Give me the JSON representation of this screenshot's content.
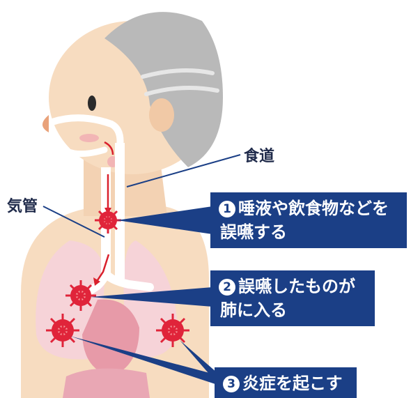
{
  "labels": {
    "esophagus": "食道",
    "trachea": "気管"
  },
  "callouts": [
    {
      "num": "1",
      "line1": "唾液や飲食物などを",
      "line2": "誤嚥する"
    },
    {
      "num": "2",
      "line1": "誤嚥したものが",
      "line2": "肺に入る"
    },
    {
      "num": "3",
      "line1": "炎症を起こす",
      "line2": ""
    }
  ],
  "colors": {
    "callout_bg": "#1b3f86",
    "skin": "#f7dcc0",
    "hair": "#b9b9b9",
    "lung": "#f6d3d8",
    "bacteria": "#e0243a"
  }
}
